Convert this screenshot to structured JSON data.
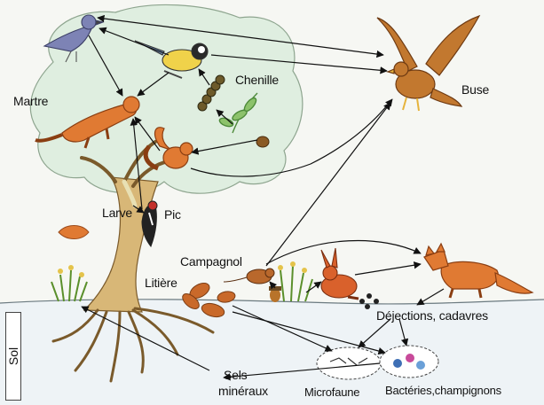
{
  "labels": {
    "martre": "Martre",
    "chenille": "Chenille",
    "buse": "Buse",
    "larve": "Larve",
    "pic": "Pic",
    "campagnol": "Campagnol",
    "litiere": "Litière",
    "dejections": "Déjections, cadavres",
    "sols_line1": "Sels",
    "sols_line2": "minéraux",
    "microfaune": "Microfaune",
    "bacteries": "Bactéries,champignons",
    "sol": "Sol"
  },
  "colors": {
    "canopy": "#dfeee0",
    "trunk": "#d8b777",
    "fur": "#e07a33",
    "ground": "#eef3f6",
    "arrow": "#111111"
  }
}
